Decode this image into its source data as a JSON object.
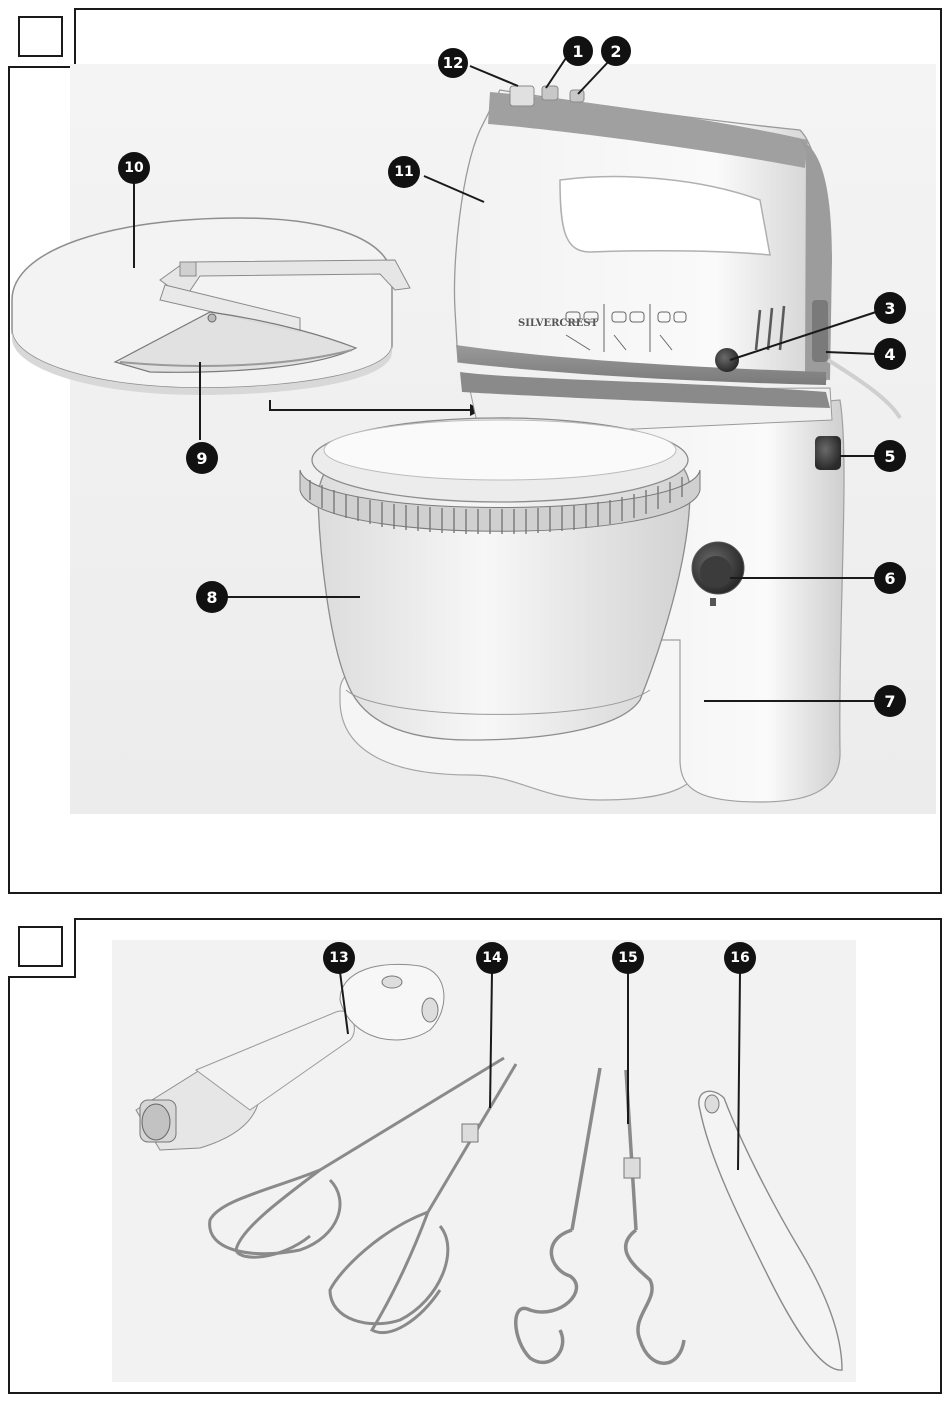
{
  "brand": "SILVERCREST",
  "figure1": {
    "callouts": [
      {
        "id": "callout-1",
        "label": "1"
      },
      {
        "id": "callout-2",
        "label": "2"
      },
      {
        "id": "callout-3",
        "label": "3"
      },
      {
        "id": "callout-4",
        "label": "4"
      },
      {
        "id": "callout-5",
        "label": "5"
      },
      {
        "id": "callout-6",
        "label": "6"
      },
      {
        "id": "callout-7",
        "label": "7"
      },
      {
        "id": "callout-8",
        "label": "8"
      },
      {
        "id": "callout-9",
        "label": "9"
      },
      {
        "id": "callout-10",
        "label": "10"
      },
      {
        "id": "callout-11",
        "label": "11"
      },
      {
        "id": "callout-12",
        "label": "12"
      }
    ]
  },
  "figure2": {
    "callouts": [
      {
        "id": "callout-13",
        "label": "13"
      },
      {
        "id": "callout-14",
        "label": "14"
      },
      {
        "id": "callout-15",
        "label": "15"
      },
      {
        "id": "callout-16",
        "label": "16"
      }
    ]
  }
}
